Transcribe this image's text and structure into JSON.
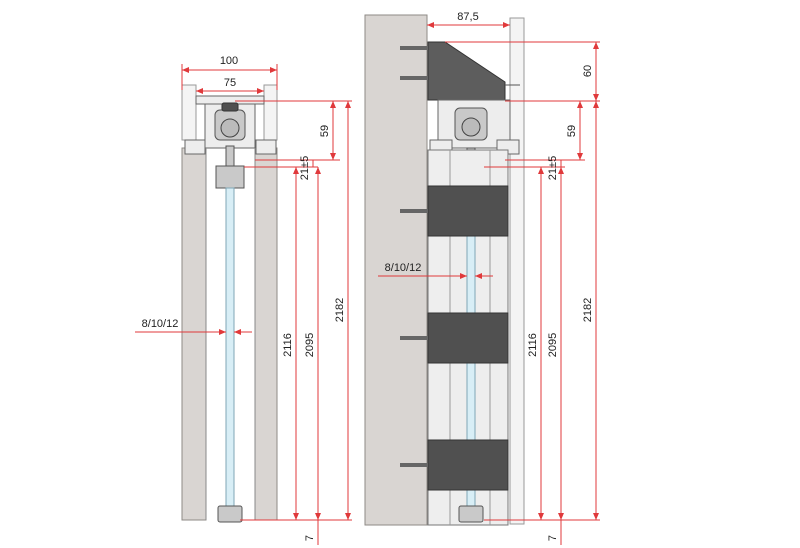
{
  "left_view": {
    "width_outer": "100",
    "width_inner": "75",
    "dim_59": "59",
    "dim_21": "21±5",
    "glass": "8/10/12",
    "h_2116": "2116",
    "h_2095": "2095",
    "h_2182": "2182",
    "bottom_7": "7"
  },
  "right_view": {
    "depth": "87,5",
    "top_60": "60",
    "dim_59": "59",
    "dim_21": "21±5",
    "glass": "8/10/12",
    "h_2116": "2116",
    "h_2095": "2095",
    "h_2182": "2182",
    "bottom_7": "7"
  },
  "colors": {
    "dimension": "#e0393b",
    "wall": "#d9d5d2",
    "glass": "#d8eef6",
    "bracket": "#505050"
  }
}
